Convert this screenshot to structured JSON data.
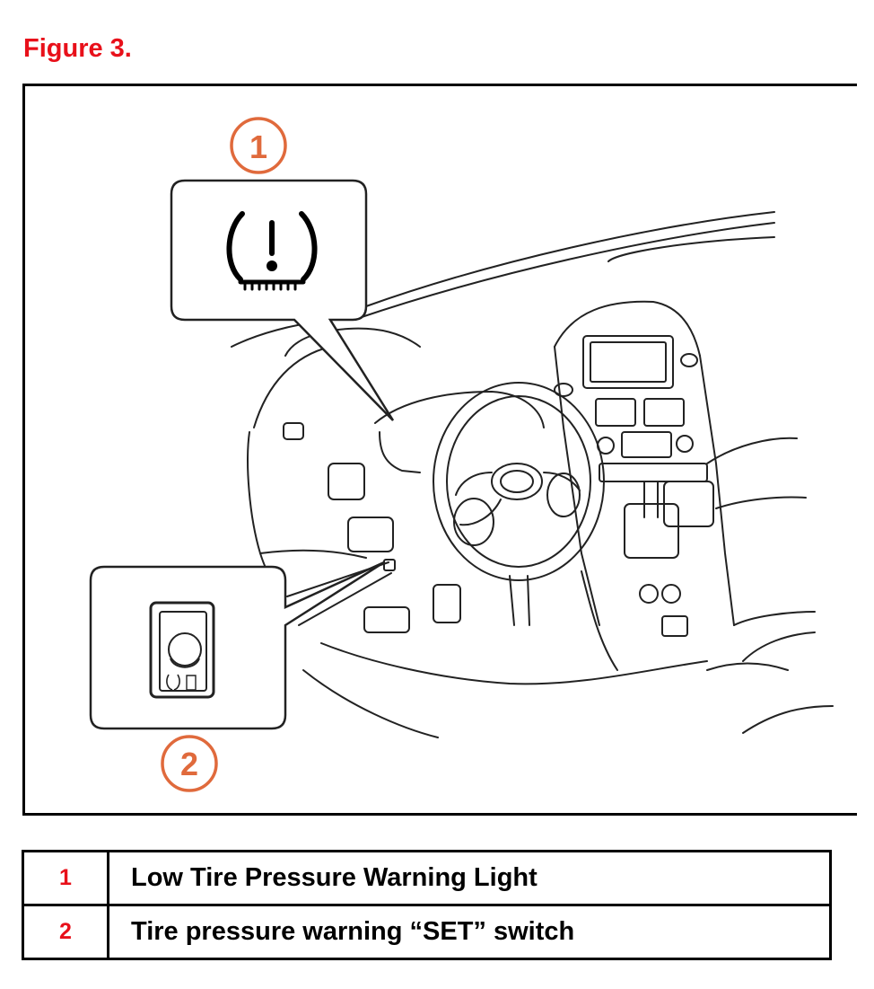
{
  "figure": {
    "title": "Figure 3.",
    "callouts": [
      "1",
      "2"
    ],
    "icons": [
      "tire-pressure-warning-icon",
      "set-switch-icon"
    ],
    "accent_color": "#e8101a",
    "callout_color": "#e06a3c"
  },
  "legend": {
    "rows": [
      {
        "number": "1",
        "label": "Low Tire Pressure Warning Light"
      },
      {
        "number": "2",
        "label": "Tire pressure warning “SET” switch"
      }
    ]
  }
}
